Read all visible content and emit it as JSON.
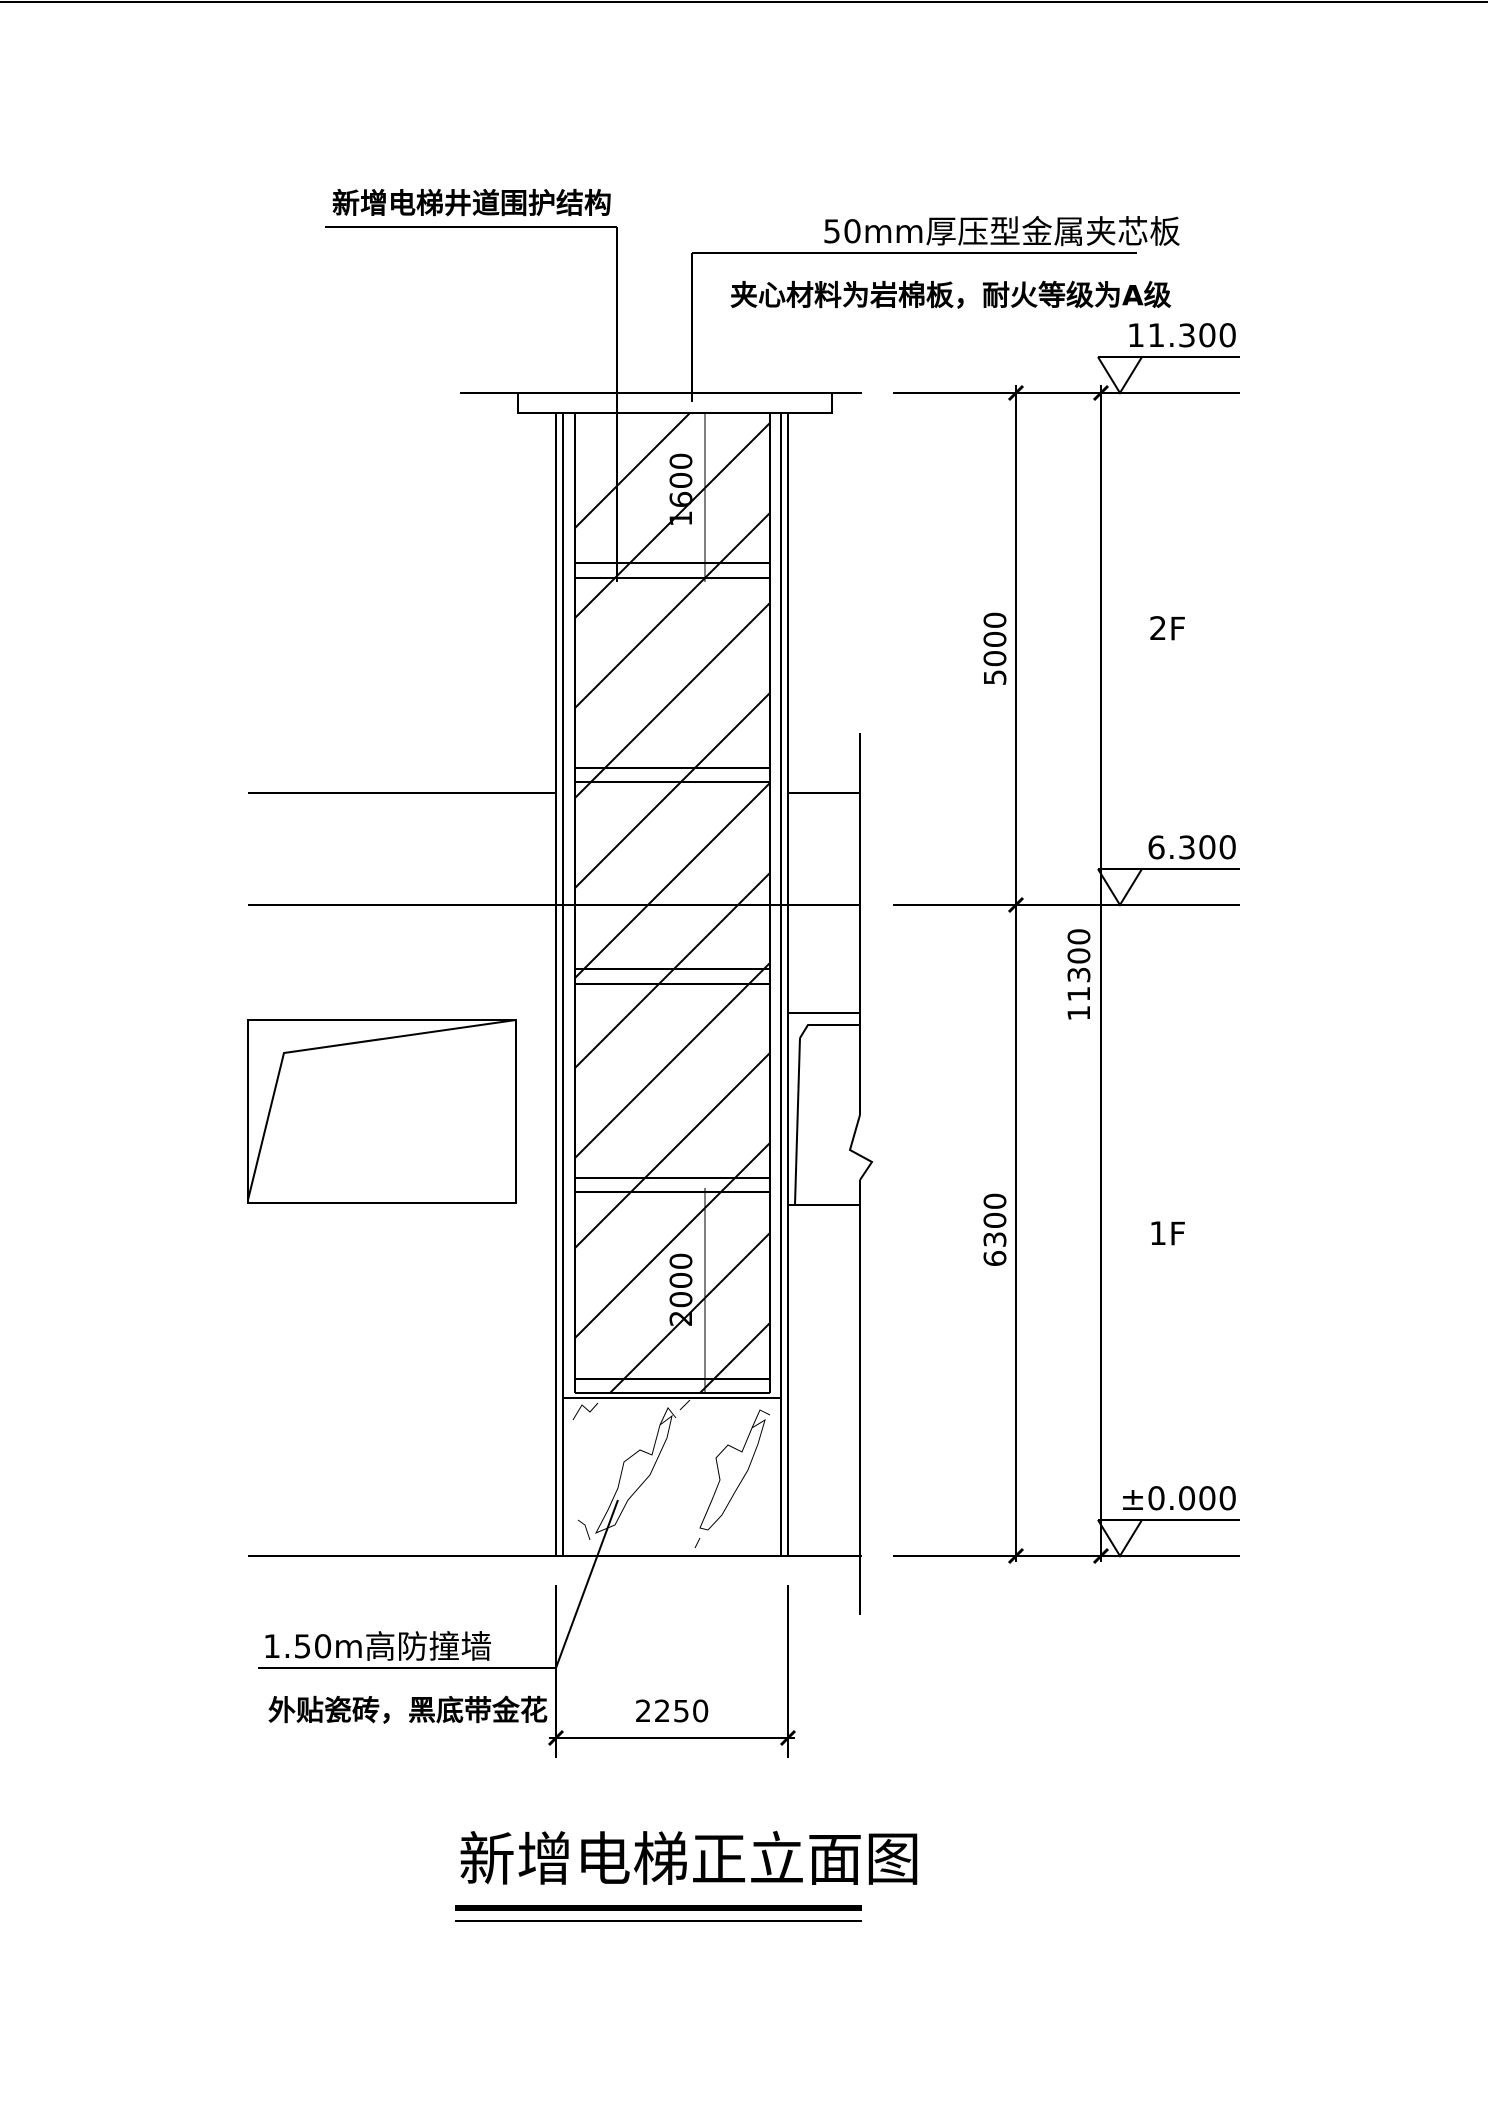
{
  "title": "新增电梯正立面图",
  "annotations": {
    "shaft_enclosure": "新增电梯井道围护结构",
    "panel_line1": "50mm厚压型金属夹芯板",
    "panel_line2": "夹心材料为岩棉板，耐火等级为A级",
    "wall_line1": "1.50m高防撞墙",
    "wall_line2": "外贴瓷砖，黑底带金花"
  },
  "levels": {
    "top": "11.300",
    "mid": "6.300",
    "ground": "±0.000"
  },
  "floors": {
    "upper": "2F",
    "lower": "1F"
  },
  "dimensions": {
    "upper_height": "5000",
    "lower_height": "6300",
    "total_height": "11300",
    "top_door": "1600",
    "bottom_door": "2000",
    "shaft_width": "2250"
  }
}
